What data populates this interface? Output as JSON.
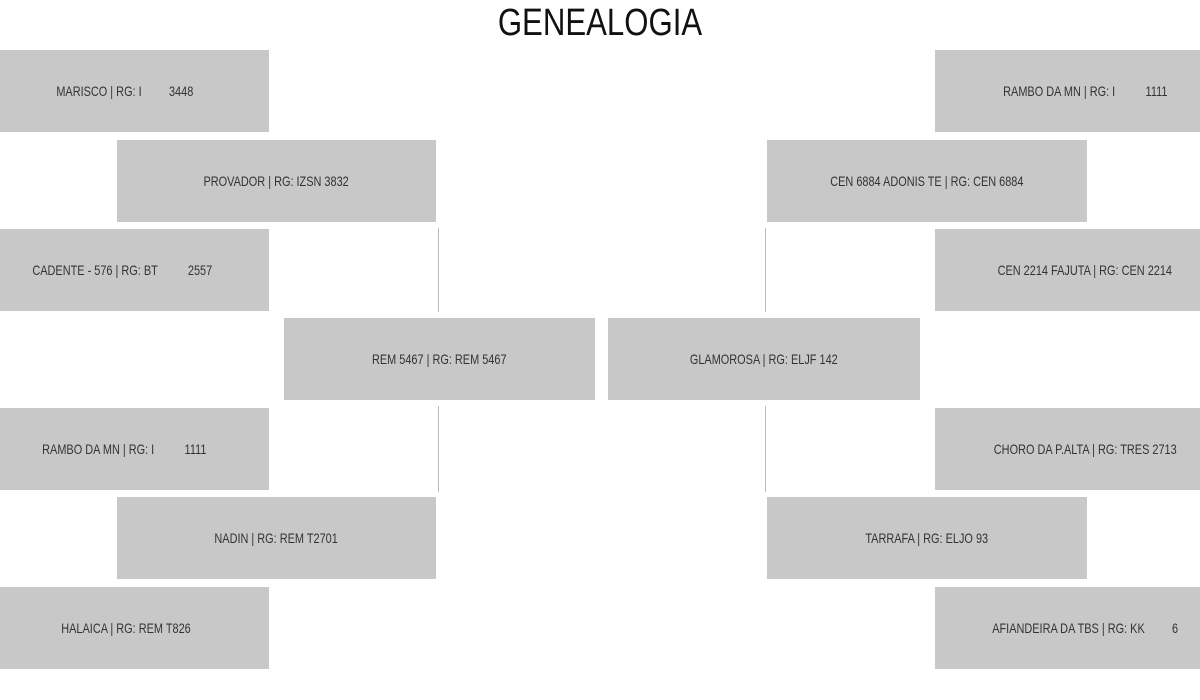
{
  "title": "GENEALOGIA",
  "colors": {
    "box_fill": "#c8c8c8",
    "text": "#333333",
    "connector": "#bdbdbd"
  },
  "left": {
    "subject": "REM 5467 | RG: REM 5467",
    "sire": "PROVADOR | RG: IZSN 3832",
    "dam": "NADIN | RG: REM T2701",
    "sire_sire": "MARISCO | RG: I         3448",
    "sire_dam": "CADENTE - 576 | RG: BT          2557",
    "dam_sire": "RAMBO DA MN | RG: I          1111",
    "dam_dam": "HALAICA | RG: REM T826"
  },
  "right": {
    "subject": "GLAMOROSA | RG: ELJF 142",
    "sire": "CEN 6884 ADONIS TE | RG: CEN 6884",
    "dam": "TARRAFA | RG: ELJO 93",
    "sire_sire": "RAMBO DA MN | RG: I          1111",
    "sire_dam": "CEN 2214 FAJUTA | RG: CEN 2214",
    "dam_sire": "CHORO DA P.ALTA | RG: TRES 2713",
    "dam_dam": "AFIANDEIRA DA TBS | RG: KK         6"
  }
}
